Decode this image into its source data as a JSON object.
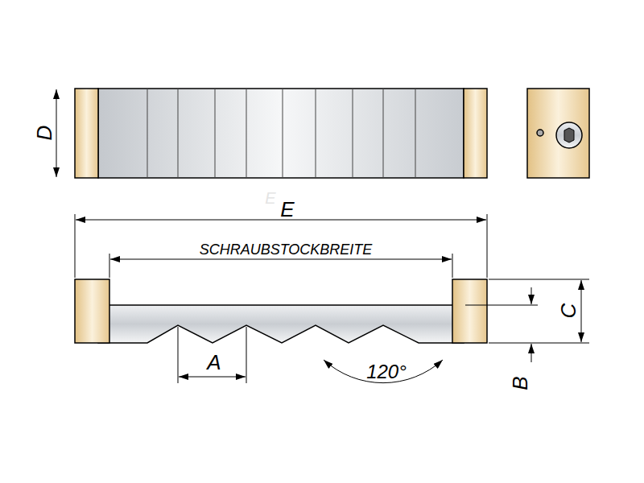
{
  "diagram": {
    "labels": [
      "D",
      "E",
      "E",
      "SCHRAUBSTOCKBREITE",
      "A",
      "120°",
      "C",
      "B"
    ]
  }
}
